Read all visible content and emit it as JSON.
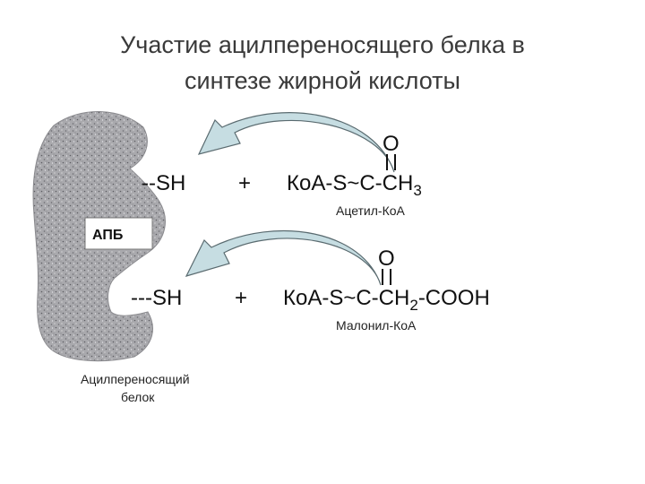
{
  "title": {
    "line1": "Участие ацилпереносящего белка в",
    "line2": "синтезе жирной кислоты"
  },
  "protein": {
    "box_label": "АПБ",
    "caption_line1": "Ацилпереносящий",
    "caption_line2": "белок"
  },
  "reaction1": {
    "group": "--SH",
    "plus": "+",
    "oxygen": "O",
    "formula_main": "КоА-S~C-CH",
    "formula_sub": "3",
    "name": "Ацетил-КоА"
  },
  "reaction2": {
    "group": "---SH",
    "plus": "+",
    "oxygen": "O",
    "formula_main": "КоА-S~C-CH",
    "formula_sub": "2",
    "formula_tail": "-COOH",
    "name": "Малонил-КоА"
  },
  "colors": {
    "protein_fill": "#a9a9ad",
    "arrow_fill": "#c6dde2",
    "arrow_stroke": "#5a6b70"
  }
}
